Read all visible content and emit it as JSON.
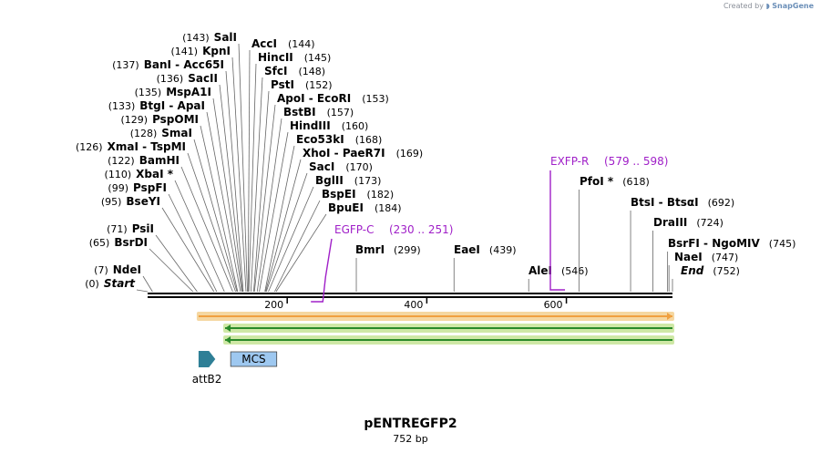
{
  "credit": {
    "prefix": "Created by",
    "brand": "SnapGene"
  },
  "plasmid": {
    "name": "pENTREGFP2",
    "length_label": "752 bp"
  },
  "ruler": {
    "ticks": [
      {
        "value": 200,
        "label": "200"
      },
      {
        "value": 400,
        "label": "400"
      },
      {
        "value": 600,
        "label": "600"
      }
    ]
  },
  "enzymes_left": [
    {
      "name": "SalI",
      "pos": 143,
      "pos_label": "(143)",
      "star": false,
      "site": 143
    },
    {
      "name": "KpnI",
      "pos": 141,
      "pos_label": "(141)",
      "star": false,
      "site": 141
    },
    {
      "name": "BanI  - Acc65I",
      "pos": 137,
      "pos_label": "(137)",
      "star": false,
      "site": 137
    },
    {
      "name": "SacII",
      "pos": 136,
      "pos_label": "(136)",
      "star": false,
      "site": 136
    },
    {
      "name": "MspA1I",
      "pos": 135,
      "pos_label": "(135)",
      "star": false,
      "site": 135
    },
    {
      "name": "BtgI  - ApaI",
      "pos": 133,
      "pos_label": "(133)",
      "star": false,
      "site": 133
    },
    {
      "name": "PspOMI",
      "pos": 129,
      "pos_label": "(129)",
      "star": false,
      "site": 129
    },
    {
      "name": "SmaI",
      "pos": 128,
      "pos_label": "(128)",
      "star": false,
      "site": 128
    },
    {
      "name": "XmaI  - TspMI",
      "pos": 126,
      "pos_label": "(126)",
      "star": false,
      "site": 126
    },
    {
      "name": "BamHI",
      "pos": 122,
      "pos_label": "(122)",
      "star": false,
      "site": 122
    },
    {
      "name": "XbaI *",
      "pos": 110,
      "pos_label": "(110)",
      "star": true,
      "site": 110
    },
    {
      "name": "PspFI",
      "pos": 99,
      "pos_label": "(99)",
      "star": false,
      "site": 99
    },
    {
      "name": "BseYI",
      "pos": 95,
      "pos_label": "(95)",
      "star": false,
      "site": 95
    },
    {
      "name": "PsiI",
      "pos": 71,
      "pos_label": "(71)",
      "star": false,
      "site": 71
    },
    {
      "name": "BsrDI",
      "pos": 65,
      "pos_label": "(65)",
      "star": false,
      "site": 65
    },
    {
      "name": "NdeI",
      "pos": 7,
      "pos_label": "(7)",
      "star": false,
      "site": 7
    },
    {
      "name": "Start",
      "pos": 0,
      "pos_label": "(0)",
      "star": false,
      "site": 0,
      "italic": true
    }
  ],
  "enzymes_right": [
    {
      "name": "AccI",
      "pos": 144,
      "pos_label": "(144)",
      "site": 144
    },
    {
      "name": "HincII",
      "pos": 145,
      "pos_label": "(145)",
      "site": 145
    },
    {
      "name": "SfcI",
      "pos": 148,
      "pos_label": "(148)",
      "site": 148
    },
    {
      "name": "PstI",
      "pos": 152,
      "pos_label": "(152)",
      "site": 152
    },
    {
      "name": "ApoI  - EcoRI",
      "pos": 153,
      "pos_label": "(153)",
      "site": 153
    },
    {
      "name": "BstBI",
      "pos": 157,
      "pos_label": "(157)",
      "site": 157
    },
    {
      "name": "HindIII",
      "pos": 160,
      "pos_label": "(160)",
      "site": 160
    },
    {
      "name": "Eco53kI",
      "pos": 168,
      "pos_label": "(168)",
      "site": 168
    },
    {
      "name": "XhoI  - PaeR7I",
      "pos": 169,
      "pos_label": "(169)",
      "site": 169
    },
    {
      "name": "SacI",
      "pos": 170,
      "pos_label": "(170)",
      "site": 170
    },
    {
      "name": "BglII",
      "pos": 173,
      "pos_label": "(173)",
      "site": 173
    },
    {
      "name": "BspEI",
      "pos": 182,
      "pos_label": "(182)",
      "site": 182
    },
    {
      "name": "BpuEI",
      "pos": 184,
      "pos_label": "(184)",
      "site": 184
    }
  ],
  "enzymes_vertical": [
    {
      "name": "BmrI",
      "pos_label": "(299)",
      "site": 299
    },
    {
      "name": "EaeI",
      "pos_label": "(439)",
      "site": 439
    },
    {
      "name": "AleI",
      "pos_label": "(546)",
      "site": 546
    },
    {
      "name": "PfoI *",
      "pos_label": "(618)",
      "site": 618
    },
    {
      "name": "BtsI  - BtsαI",
      "pos_label": "(692)",
      "site": 692
    },
    {
      "name": "DraIII",
      "pos_label": "(724)",
      "site": 724
    },
    {
      "name": "BsrFI  - NgoMIV",
      "pos_label": "(745)",
      "site": 745
    },
    {
      "name": "NaeI",
      "pos_label": "(747)",
      "site": 747
    },
    {
      "name": "End",
      "pos_label": "(752)",
      "site": 752,
      "italic": true
    }
  ],
  "primers": [
    {
      "name": "EGFP-C",
      "range_label": "(230 .. 251)",
      "start": 230,
      "end": 251,
      "direction": "forward"
    },
    {
      "name": "EXFP-R",
      "range_label": "(579 .. 598)",
      "start": 579,
      "end": 598,
      "direction": "reverse"
    }
  ],
  "features": [
    {
      "name": "attB2",
      "start": 73,
      "end": 97,
      "type": "attB2",
      "color": "#2e7f96"
    },
    {
      "name": "MCS",
      "start": 119,
      "end": 185,
      "type": "MCS",
      "color": "#9ec8f0"
    }
  ],
  "orf_bars": [
    {
      "start": 73,
      "end": 752,
      "direction": "forward",
      "fill": "#f0a040",
      "glow": "#f5d7a1"
    },
    {
      "start": 111,
      "end": 752,
      "direction": "reverse",
      "fill": "#2a8a2a",
      "glow": "#cfe8a6"
    },
    {
      "start": 111,
      "end": 752,
      "direction": "reverse",
      "fill": "#2a8a2a",
      "glow": "#cfe8a6"
    }
  ]
}
